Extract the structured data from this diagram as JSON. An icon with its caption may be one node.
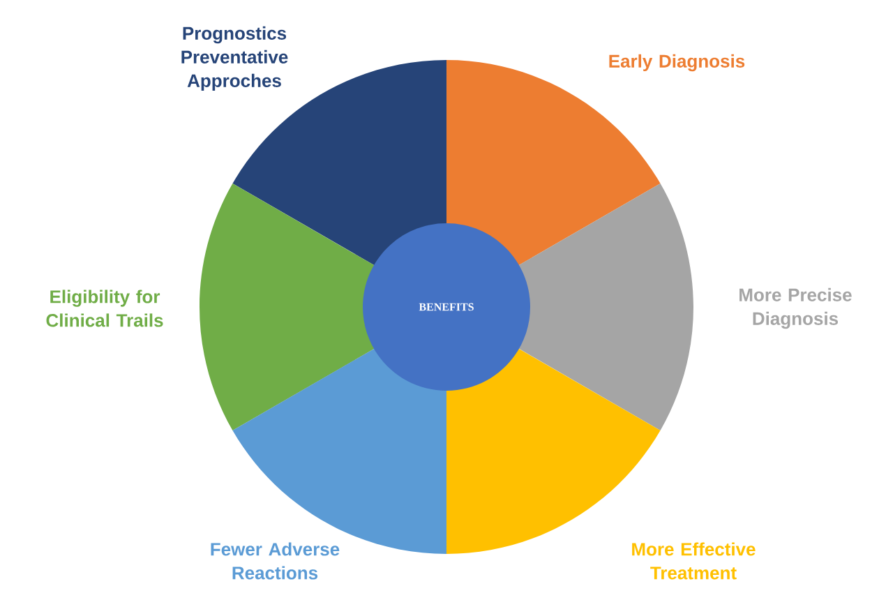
{
  "diagram": {
    "nodes": [
      {
        "text": [
          "Prognostics Preventative Approches"
        ]
      },
      {
        "text": [
          "Early Diagnosis"
        ]
      },
      {
        "text": [
          "Eligibility for Clinical Trails"
        ]
      },
      {
        "text": [
          "BENEFITS"
        ]
      },
      {
        "text": [
          "More Precise Diagnosis"
        ]
      },
      {
        "text": [
          "Fewer Adverse Reactions"
        ]
      },
      {
        "text": [
          "More Effective Treatment"
        ]
      }
    ]
  }
}
